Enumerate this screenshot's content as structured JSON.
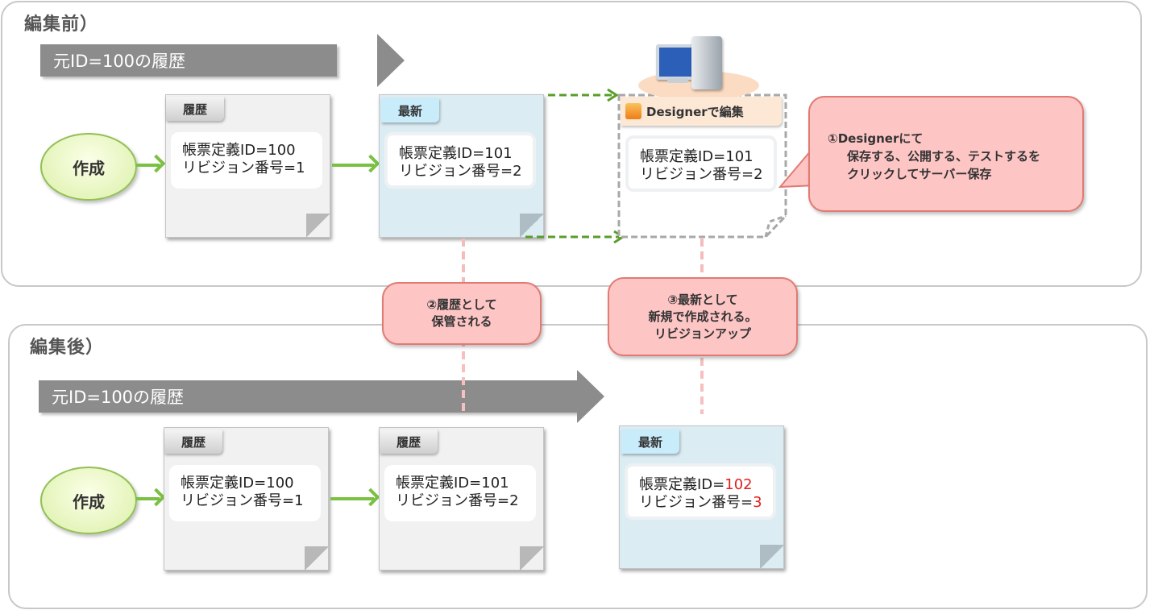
{
  "before": {
    "title": "編集前）",
    "timeline_label": "元ID=100の履歴",
    "create_label": "作成",
    "docs": [
      {
        "tab": "履歴",
        "line1_prefix": "帳票定義ID=",
        "line1_value": "100",
        "line2_prefix": "リビジョン番号=",
        "line2_value": "1"
      },
      {
        "tab": "最新",
        "line1_prefix": "帳票定義ID=",
        "line1_value": "101",
        "line2_prefix": "リビジョン番号=",
        "line2_value": "2"
      }
    ],
    "designer_doc": {
      "tab": "Designerで編集",
      "line1_prefix": "帳票定義ID=",
      "line1_value": "101",
      "line2_prefix": "リビジョン番号=",
      "line2_value": "2"
    },
    "callout": {
      "line1": "①Designerにて",
      "line2": "保存する、公開する、テストするを",
      "line3": "クリックしてサーバー保存"
    }
  },
  "middle": {
    "callout2": {
      "line1": "②履歴として",
      "line2": "保管される"
    },
    "callout3": {
      "line1": "③最新として",
      "line2": "新規で作成される。",
      "line3": "リビジョンアップ"
    }
  },
  "after": {
    "title": "編集後）",
    "timeline_label": "元ID=100の履歴",
    "create_label": "作成",
    "docs": [
      {
        "tab": "履歴",
        "line1_prefix": "帳票定義ID=",
        "line1_value": "100",
        "line2_prefix": "リビジョン番号=",
        "line2_value": "1"
      },
      {
        "tab": "履歴",
        "line1_prefix": "帳票定義ID=",
        "line1_value": "101",
        "line2_prefix": "リビジョン番号=",
        "line2_value": "2"
      },
      {
        "tab": "最新",
        "line1_prefix": "帳票定義ID=",
        "line1_value": "102",
        "line2_prefix": "リビジョン番号=",
        "line2_value": "3"
      }
    ]
  },
  "colors": {
    "history_doc": "#f1f1f1",
    "latest_doc": "#dbecf3",
    "callout_fill": "#fec5c5",
    "callout_border": "#e07b73",
    "flow_arrow": "#7ac143",
    "highlight_text": "#e02020"
  }
}
